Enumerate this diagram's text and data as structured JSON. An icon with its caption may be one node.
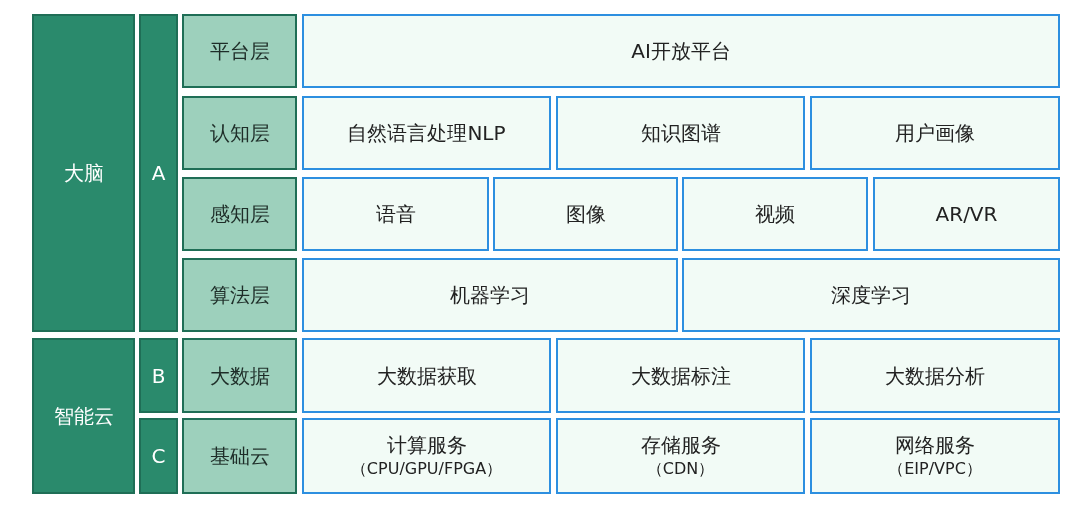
{
  "diagram": {
    "nodes": [
      {
        "text": [
          "大脑"
        ]
      },
      {
        "text": [
          "A"
        ]
      },
      {
        "text": [
          "平台层"
        ]
      },
      {
        "text": [
          "AI开放平台"
        ]
      },
      {
        "text": [
          "认知层"
        ]
      },
      {
        "text": [
          "自然语言处理NLP"
        ]
      },
      {
        "text": [
          "知识图谱"
        ]
      },
      {
        "text": [
          "用户画像"
        ]
      },
      {
        "text": [
          "感知层"
        ]
      },
      {
        "text": [
          "语音"
        ]
      },
      {
        "text": [
          "图像"
        ]
      },
      {
        "text": [
          "视频"
        ]
      },
      {
        "text": [
          "AR/VR"
        ]
      },
      {
        "text": [
          "算法层"
        ]
      },
      {
        "text": [
          "机器学习"
        ]
      },
      {
        "text": [
          "深度学习"
        ]
      },
      {
        "text": [
          "智能云"
        ]
      },
      {
        "text": [
          "B"
        ]
      },
      {
        "text": [
          "大数据"
        ]
      },
      {
        "text": [
          "大数据获取"
        ]
      },
      {
        "text": [
          "大数据标注"
        ]
      },
      {
        "text": [
          "大数据分析"
        ]
      },
      {
        "text": [
          "C"
        ]
      },
      {
        "text": [
          "基础云"
        ]
      },
      {
        "text": [
          "计算服务",
          "（CPU/GPU/FPGA）"
        ]
      },
      {
        "text": [
          "存储服务",
          "（CDN）"
        ]
      },
      {
        "text": [
          "网络服务",
          "（EIP/VPC）"
        ]
      }
    ]
  }
}
